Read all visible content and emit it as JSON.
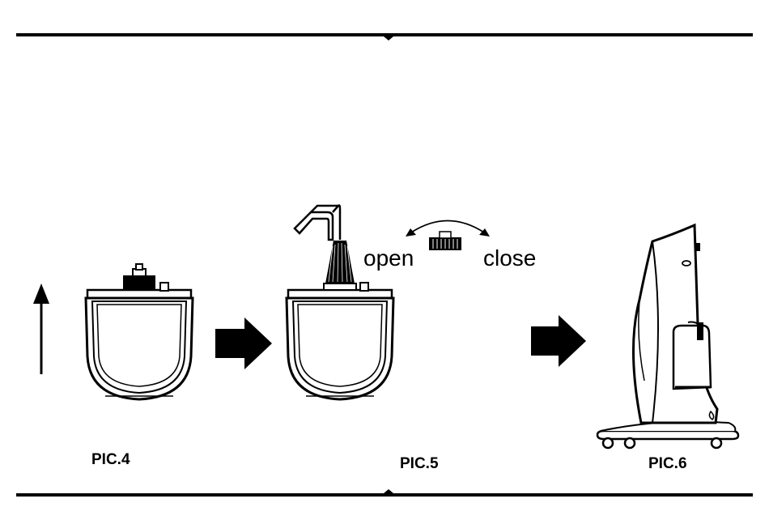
{
  "labels": {
    "pic4": "PIC.4",
    "pic5": "PIC.5",
    "pic6": "PIC.6",
    "open": "open",
    "close": "close"
  },
  "colors": {
    "ink": "#000000",
    "paper": "#ffffff"
  },
  "icons": [
    "up-arrow-icon",
    "right-arrow-icon",
    "rotate-arrow-icon"
  ]
}
